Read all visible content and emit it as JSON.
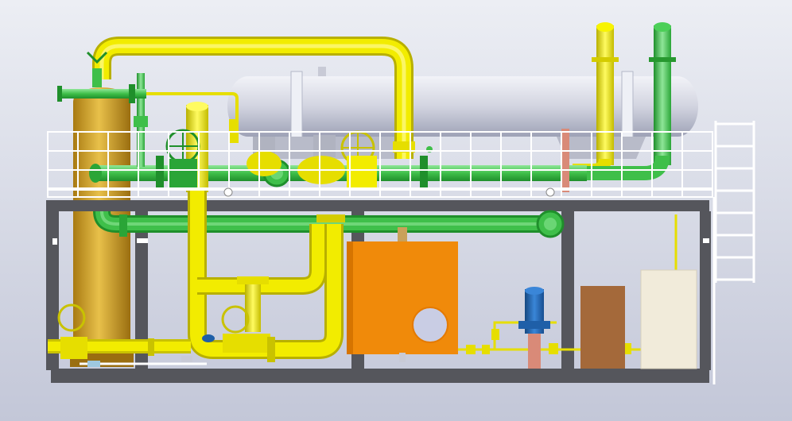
{
  "scene": {
    "background_top": "#eceef4",
    "background_bottom": "#c3c7d8"
  },
  "colors": {
    "yellow_pipe": "#f2ec00",
    "yellow_pipe_dark": "#c9c200",
    "green_pipe": "#3fbf4a",
    "green_pipe_dark": "#1f8f2b",
    "vessel_gold": "#d2a42a",
    "vessel_gold_dark": "#a87a12",
    "drum_silver": "#d6d8e4",
    "drum_silver_dark": "#9ea2b6",
    "frame_dark": "#55565c",
    "railing_white": "#ffffff",
    "orange_tank": "#f08a0a",
    "brown_cabinet": "#a4693a",
    "cream_cabinet": "#f1ebda",
    "pump_blue": "#1f5fa8",
    "pump_base": "#d98a78"
  },
  "equipment": [
    {
      "name": "vertical-separator",
      "type": "vertical vessel"
    },
    {
      "name": "horizontal-drum",
      "type": "horizontal pressure vessel"
    },
    {
      "name": "orange-tank",
      "type": "tank with manway"
    },
    {
      "name": "centrifugal-pump",
      "type": "pump"
    },
    {
      "name": "control-cabinet-brown",
      "type": "cabinet"
    },
    {
      "name": "control-cabinet-cream",
      "type": "cabinet"
    }
  ]
}
